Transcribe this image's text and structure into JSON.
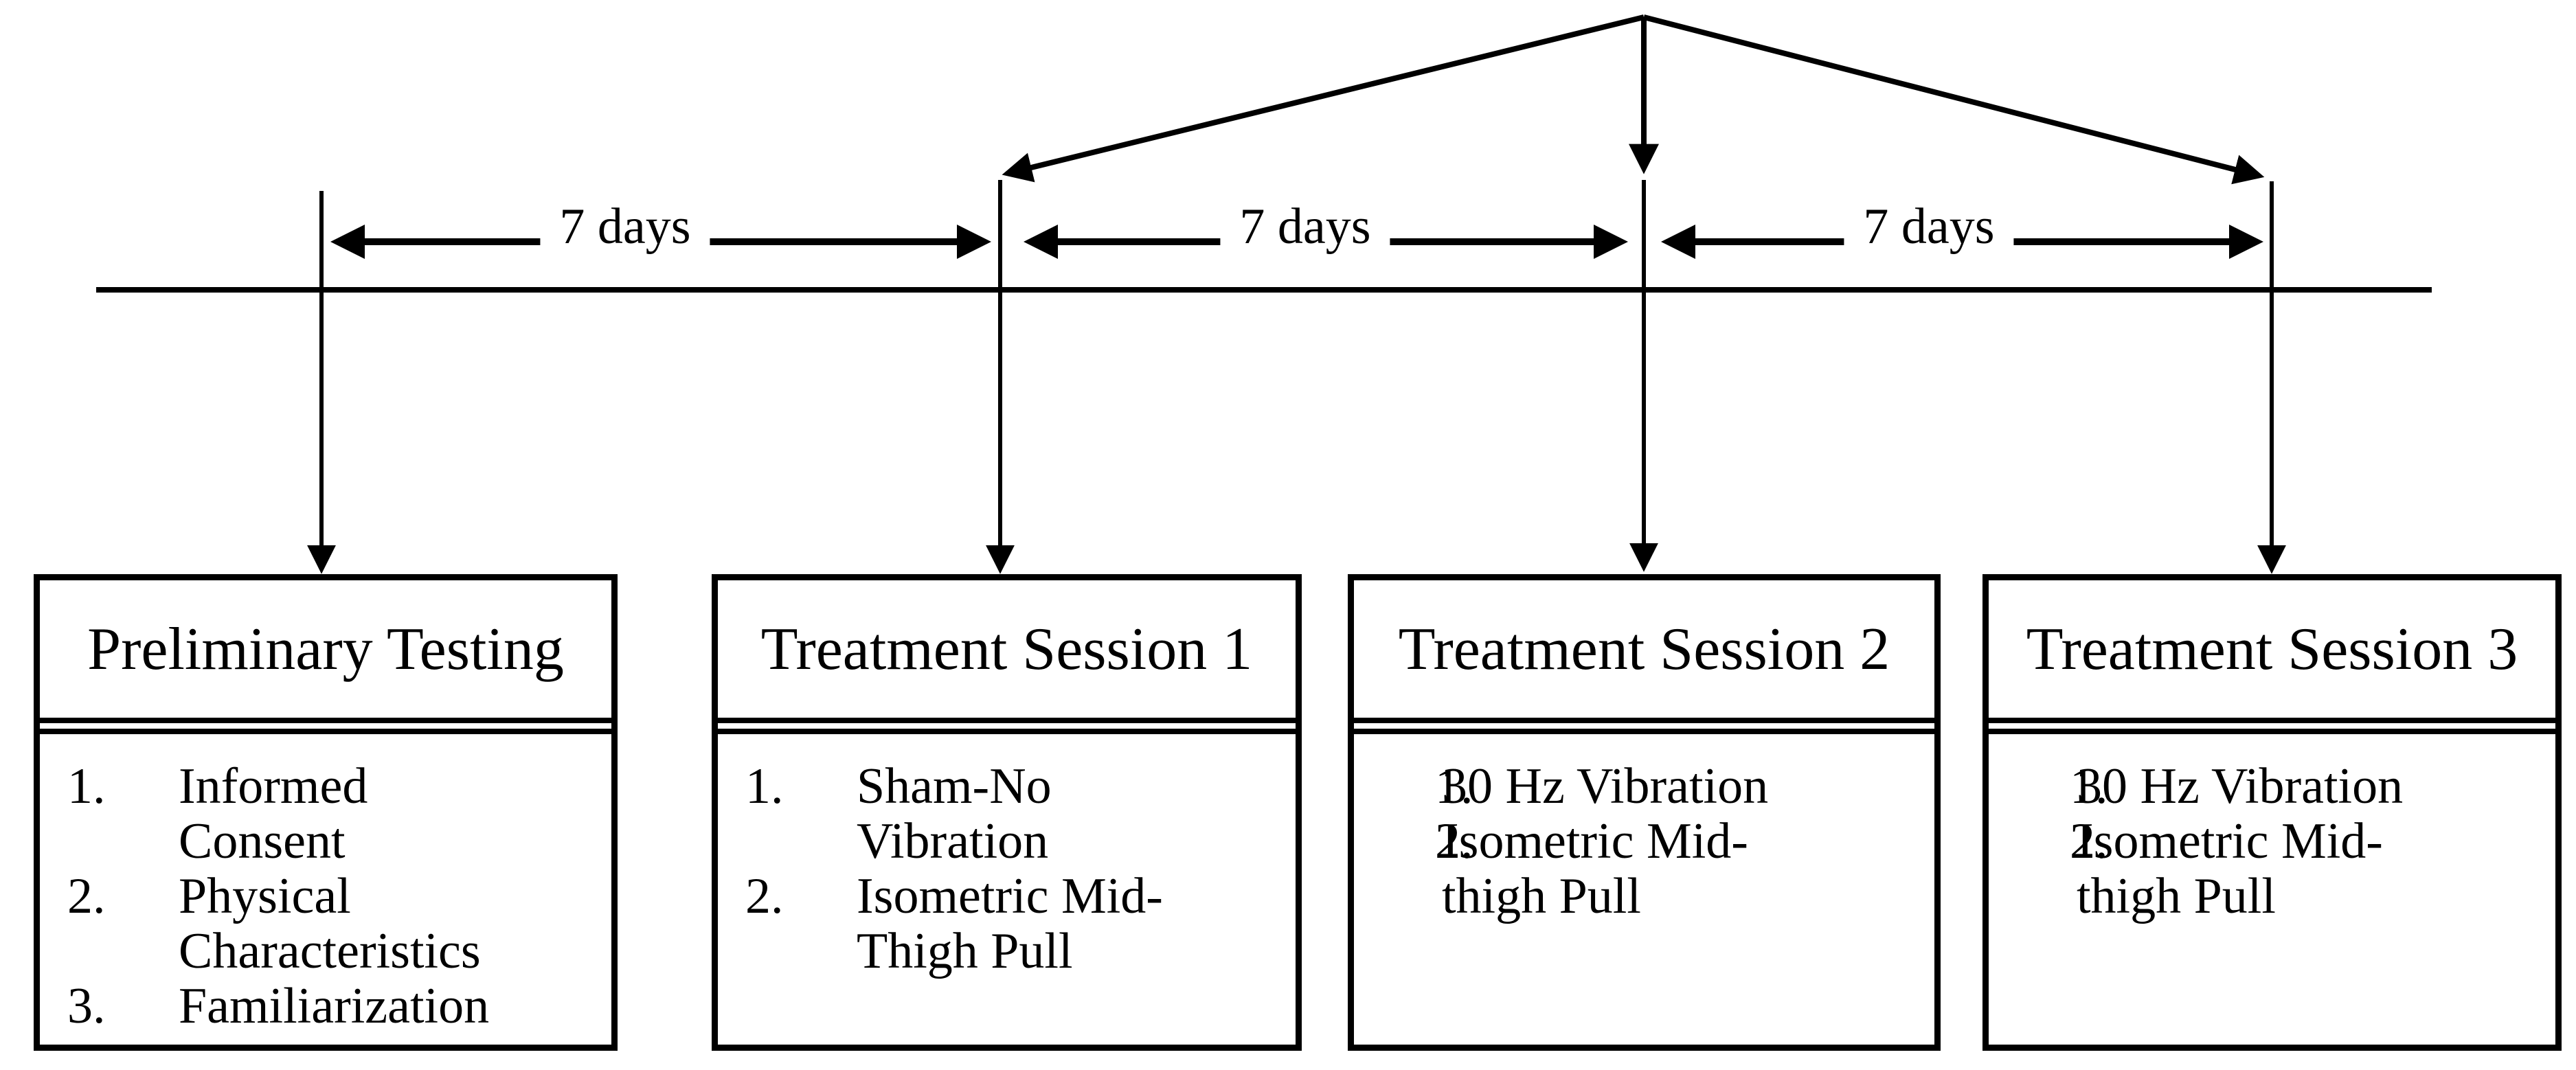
{
  "diagram": {
    "background_color": "#ffffff",
    "line_color": "#000000",
    "intervals": [
      {
        "label": "7 days"
      },
      {
        "label": "7 days"
      },
      {
        "label": "7 days"
      }
    ],
    "boxes": [
      {
        "title": "Preliminary Testing",
        "items": [
          {
            "num": "1.",
            "line1": "Informed",
            "line2": "Consent"
          },
          {
            "num": "2.",
            "line1": "Physical",
            "line2": "Characteristics"
          },
          {
            "num": "3.",
            "line1": "Familiarization"
          }
        ]
      },
      {
        "title": "Treatment Session 1",
        "items": [
          {
            "num": "1.",
            "line1": "Sham-No",
            "line2": "Vibration"
          },
          {
            "num": "2.",
            "line1": "Isometric Mid-",
            "line2": "Thigh Pull"
          }
        ]
      },
      {
        "title": "Treatment Session 2",
        "items": [
          {
            "num": "1.",
            "line1": "30 Hz Vibration"
          },
          {
            "num": "2.",
            "line1": "Isometric Mid-",
            "line2": "thigh Pull"
          }
        ]
      },
      {
        "title": "Treatment Session 3",
        "items": [
          {
            "num": "1.",
            "line1": "30 Hz Vibration"
          },
          {
            "num": "2.",
            "line1": "Isometric Mid-",
            "line2": "thigh Pull"
          }
        ]
      }
    ]
  }
}
